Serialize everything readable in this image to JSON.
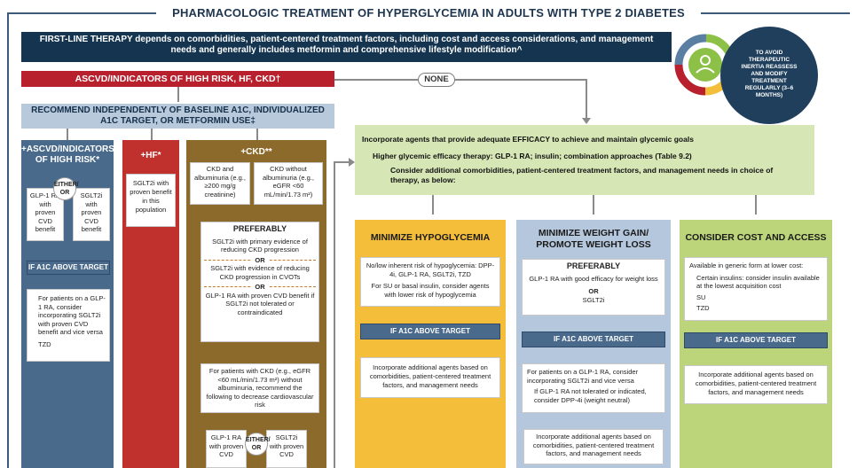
{
  "title": "PHARMACOLOGIC TREATMENT OF HYPERGLYCEMIA IN ADULTS WITH TYPE 2 DIABETES",
  "first_line": "FIRST-LINE THERAPY depends on comorbidities, patient-centered treatment factors, including cost and access considerations, and management needs and generally includes metformin and comprehensive lifestyle modification^",
  "ascvd_bar": "ASCVD/INDICATORS OF HIGH RISK, HF, CKD†",
  "none_label": "NONE",
  "recommend": "RECOMMEND INDEPENDENTLY OF BASELINE A1C, INDIVIDUALIZED A1C TARGET, OR METFORMIN USE‡",
  "inertia": "TO AVOID THERAPEUTIC INERTIA REASSESS AND MODIFY TREATMENT REGULARLY (3–6 MONTHS)",
  "col_ascvd": {
    "head": "+ASCVD/INDICATORS OF HIGH RISK*",
    "left": "GLP-1 RA with proven CVD benefit",
    "either": "EITHER/ OR",
    "right": "SGLT2i with proven CVD benefit",
    "a1c": "IF A1C ABOVE TARGET",
    "bullet1": "For patients on a GLP-1 RA, consider incorporating SGLT2i with proven CVD benefit and vice versa",
    "bullet2": "TZD"
  },
  "col_hf": {
    "head": "+HF*",
    "body": "SGLT2i with proven benefit in this population"
  },
  "col_ckd": {
    "head": "+CKD**",
    "ckd_alb": "CKD and albuminuria (e.g., ≥200 mg/g creatinine)",
    "ckd_noalb": "CKD without albuminuria (e.g., eGFR <60 mL/min/1.73 m²)",
    "pref": "PREFERABLY",
    "opt1": "SGLT2i with primary evidence of reducing CKD progression",
    "or1": "OR",
    "opt2": "SGLT2i with evidence of reducing CKD progression in CVOTs",
    "or2": "OR",
    "opt3": "GLP-1 RA with proven CVD benefit if SGLT2i not tolerated or contraindicated",
    "noalb_text": "For patients with CKD (e.g., eGFR <60 mL/min/1.73 m²) without albuminuria, recommend the following to decrease cardiovascular risk",
    "left": "GLP-1 RA with proven CVD",
    "either": "EITHER/ OR",
    "right": "SGLT2i with proven CVD"
  },
  "incorp": {
    "line1": "Incorporate agents that provide adequate EFFICACY to achieve and maintain glycemic goals",
    "line2": "Higher glycemic efficacy therapy: GLP-1 RA; insulin; combination approaches (Table 9.2)",
    "line3": "Consider additional comorbidities, patient-centered treatment factors, and management needs in choice of therapy, as below:"
  },
  "hypo": {
    "head": "MINIMIZE HYPOGLYCEMIA",
    "box1a": "No/low inherent risk of hypoglycemia: DPP-4i, GLP-1 RA, SGLT2i, TZD",
    "box1b": "For SU or basal insulin, consider agents with lower risk of hypoglycemia",
    "a1c": "IF A1C ABOVE TARGET",
    "box2": "Incorporate additional agents based on comorbidities, patient-centered treatment factors, and management needs"
  },
  "weight": {
    "head": "MINIMIZE WEIGHT GAIN/ PROMOTE WEIGHT LOSS",
    "pref": "PREFERABLY",
    "opt1": "GLP-1 RA with good efficacy for weight loss",
    "or": "OR",
    "opt2": "SGLT2i",
    "a1c": "IF A1C ABOVE TARGET",
    "box2a": "For patients on a GLP-1 RA, consider incorporating SGLT2i and vice versa",
    "box2b": "If GLP-1 RA not tolerated or indicated, consider DPP-4i (weight neutral)",
    "box3": "Incorporate additional agents based on comorbidities, patient-centered treatment factors, and management needs"
  },
  "cost": {
    "head": "CONSIDER COST AND ACCESS",
    "intro": "Available in generic form at lower cost:",
    "b1": "Certain insulins: consider insulin available at the lowest acquisition cost",
    "b2": "SU",
    "b3": "TZD",
    "a1c": "IF A1C ABOVE TARGET",
    "box2": "Incorporate additional agents based on comorbidities, patient-centered treatment factors, and management needs"
  }
}
